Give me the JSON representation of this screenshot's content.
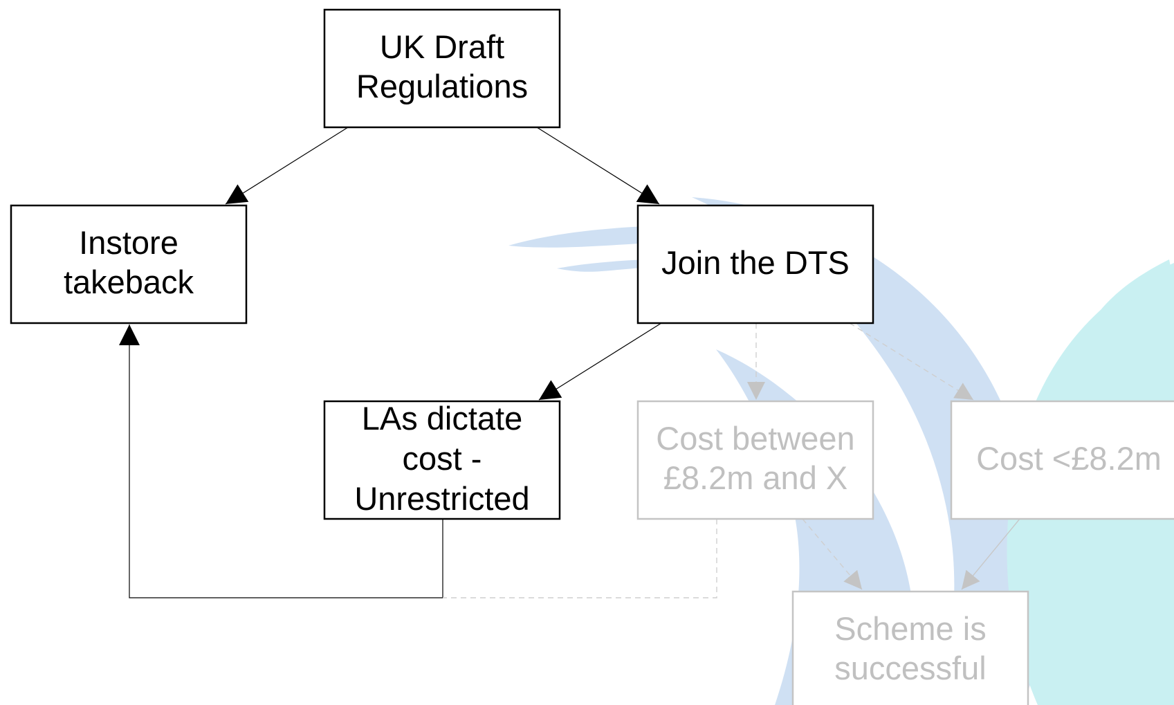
{
  "colors": {
    "active_stroke": "#000000",
    "active_text": "#000000",
    "faded_stroke": "#c4c4c4",
    "faded_text": "#c0c0c0",
    "watermark_blue": "#cfe0f3",
    "watermark_cyan": "#c9f0f2",
    "background": "#ffffff"
  },
  "nodes": {
    "uk_draft_regulations": {
      "lines": [
        "UK Draft",
        "Regulations"
      ],
      "state": "active"
    },
    "instore_takeback": {
      "lines": [
        "Instore",
        "takeback"
      ],
      "state": "active"
    },
    "join_the_dts": {
      "lines": [
        "Join the DTS"
      ],
      "state": "active"
    },
    "las_dictate_cost": {
      "lines": [
        "LAs dictate",
        "cost -",
        "Unrestricted"
      ],
      "state": "active"
    },
    "cost_between": {
      "lines": [
        "Cost between",
        "£8.2m and X"
      ],
      "state": "faded"
    },
    "cost_under": {
      "lines": [
        "Cost <£8.2m"
      ],
      "state": "faded"
    },
    "scheme_successful": {
      "lines": [
        "Scheme is",
        "successful"
      ],
      "state": "faded"
    }
  },
  "edges": [
    {
      "from": "uk_draft_regulations",
      "to": "instore_takeback",
      "style": "solid"
    },
    {
      "from": "uk_draft_regulations",
      "to": "join_the_dts",
      "style": "solid"
    },
    {
      "from": "join_the_dts",
      "to": "las_dictate_cost",
      "style": "solid"
    },
    {
      "from": "las_dictate_cost",
      "to": "instore_takeback",
      "style": "solid-elbow"
    },
    {
      "from": "join_the_dts",
      "to": "cost_between",
      "style": "faded-dashed"
    },
    {
      "from": "join_the_dts",
      "to": "cost_under",
      "style": "faded-dashed"
    },
    {
      "from": "cost_between",
      "to": "scheme_successful",
      "style": "faded-dashed"
    },
    {
      "from": "cost_under",
      "to": "scheme_successful",
      "style": "faded"
    },
    {
      "from": "cost_between",
      "to": "instore_takeback",
      "style": "faded-dashed-elbow"
    }
  ]
}
